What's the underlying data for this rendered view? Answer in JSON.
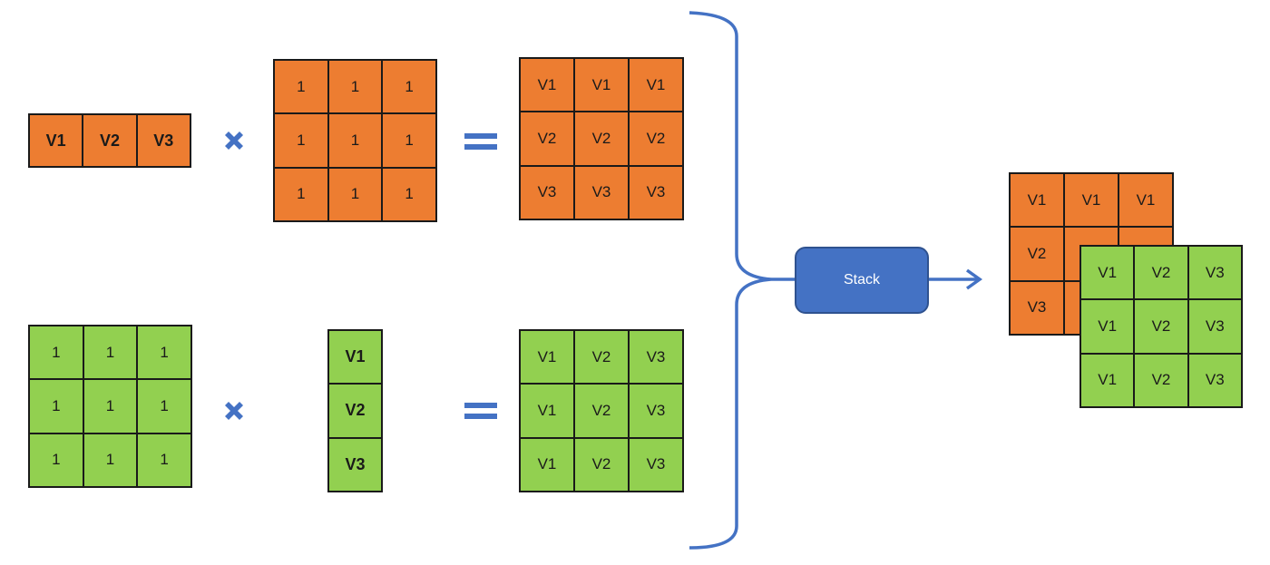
{
  "colors": {
    "orange": "#ed7d31",
    "green": "#92d050",
    "blue": "#4472c4"
  },
  "top_row": {
    "vector": [
      "V1",
      "V2",
      "V3"
    ],
    "ones": [
      "1",
      "1",
      "1",
      "1",
      "1",
      "1",
      "1",
      "1",
      "1"
    ],
    "result": [
      "V1",
      "V1",
      "V1",
      "V2",
      "V2",
      "V2",
      "V3",
      "V3",
      "V3"
    ]
  },
  "bottom_row": {
    "ones": [
      "1",
      "1",
      "1",
      "1",
      "1",
      "1",
      "1",
      "1",
      "1"
    ],
    "vector": [
      "V1",
      "V2",
      "V3"
    ],
    "result": [
      "V1",
      "V2",
      "V3",
      "V1",
      "V2",
      "V3",
      "V1",
      "V2",
      "V3"
    ]
  },
  "stack_label": "Stack",
  "output": {
    "back": [
      "V1",
      "V1",
      "V1",
      "V2",
      "",
      "",
      "V3",
      "",
      ""
    ],
    "front": [
      "V1",
      "V2",
      "V3",
      "V1",
      "V2",
      "V3",
      "V1",
      "V2",
      "V3"
    ]
  },
  "icons": {
    "multiply": "multiply-icon",
    "equals": "equals-icon",
    "arrow": "arrow-right-icon",
    "brace": "brace-icon"
  }
}
